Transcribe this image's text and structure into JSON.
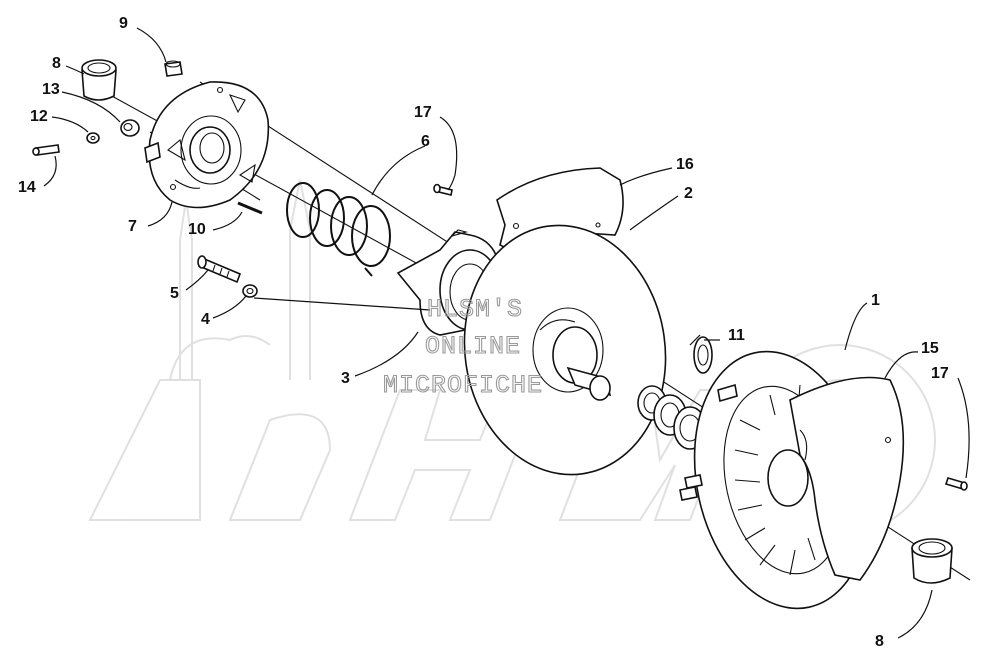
{
  "watermark": {
    "lines": [
      "HLSM'S",
      "ONLINE",
      "MICROFICHE"
    ],
    "brand": "AeHMoto"
  },
  "callouts": [
    {
      "id": "c9",
      "text": "9"
    },
    {
      "id": "c8a",
      "text": "8"
    },
    {
      "id": "c13",
      "text": "13"
    },
    {
      "id": "c12",
      "text": "12"
    },
    {
      "id": "c14",
      "text": "14"
    },
    {
      "id": "c7",
      "text": "7"
    },
    {
      "id": "c10",
      "text": "10"
    },
    {
      "id": "c17a",
      "text": "17"
    },
    {
      "id": "c6",
      "text": "6"
    },
    {
      "id": "c16",
      "text": "16"
    },
    {
      "id": "c2",
      "text": "2"
    },
    {
      "id": "c5",
      "text": "5"
    },
    {
      "id": "c4",
      "text": "4"
    },
    {
      "id": "c3",
      "text": "3"
    },
    {
      "id": "c11",
      "text": "11"
    },
    {
      "id": "c1",
      "text": "1"
    },
    {
      "id": "c15",
      "text": "15"
    },
    {
      "id": "c17b",
      "text": "17"
    },
    {
      "id": "c8b",
      "text": "8"
    }
  ]
}
